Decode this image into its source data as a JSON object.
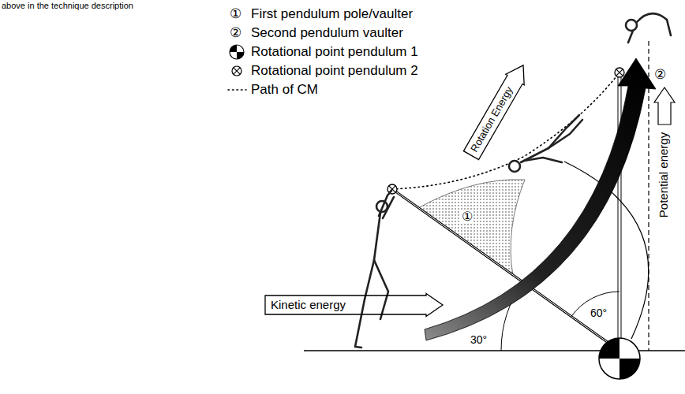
{
  "diagram": {
    "nodes": [
      {
        "text": [
          "Rotation Energy"
        ]
      },
      {
        "text": [
          "Kinetic energy"
        ]
      }
    ],
    "labels": [
      "above in the technique description",
      "①",
      "②",
      "①",
      "②",
      "30°",
      "60°",
      "Potential energy"
    ],
    "legend": [
      {
        "text": "First pendulum pole/vaulter"
      },
      {
        "text": "Second pendulum vaulter"
      },
      {
        "text": "Rotational point pendulum 1"
      },
      {
        "text": "Rotational point pendulum 2"
      },
      {
        "text": "Path of CM"
      }
    ]
  }
}
